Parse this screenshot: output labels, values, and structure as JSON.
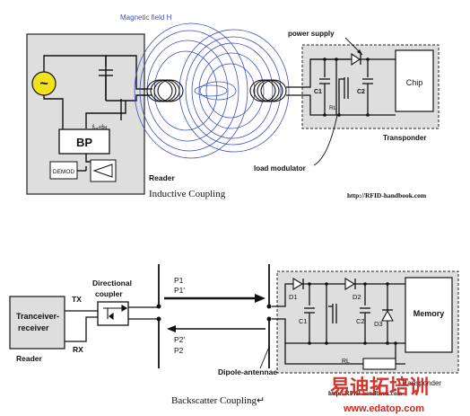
{
  "inductive": {
    "field_label": "Magnetic field  H",
    "power_supply_label": "power supply",
    "chip_label": "Chip",
    "c1_label": "C1",
    "c2_label": "C2",
    "rl_label": "RL",
    "transponder_label": "Transponder",
    "load_modulator_label": "load modulator",
    "reader_label": "Reader",
    "bp_label": "BP",
    "freq_label": "fₜₓ±fʜ",
    "demod_label": "DEMOD",
    "source_symbol": "~",
    "caption": "Inductive Coupling",
    "url": "http://RFID-handbook.com"
  },
  "backscatter": {
    "directional_coupler_label_line1": "Directional",
    "directional_coupler_label_line2": "coupler",
    "tx_label": "TX",
    "rx_label": "RX",
    "transceiver_label_line1": "Tranceiver-",
    "transceiver_label_line2": "receiver",
    "reader_label": "Reader",
    "p1_label": "P1",
    "p1prime_label": "P1'",
    "p2prime_label": "P2'",
    "p2_label": "P2",
    "dipole_label": "Dipole-antennae",
    "d1_label": "D1",
    "d2_label": "D2",
    "d3_label": "D3",
    "c1_label": "C1",
    "c2_label": "C2",
    "rl_label": "RL",
    "memory_label": "Memory",
    "transponder_label": "Transponder",
    "caption": "Backscatter Coupling↵",
    "url": "http://RFID-handbook.com"
  },
  "watermark": {
    "text": "易迪拓培训",
    "url": "www.edatop.com"
  },
  "colors": {
    "field_lines": "#3b4fc4",
    "panel_fill": "#dedede",
    "source_fill": "#f2e21b",
    "watermark_red": "#d0251c"
  }
}
